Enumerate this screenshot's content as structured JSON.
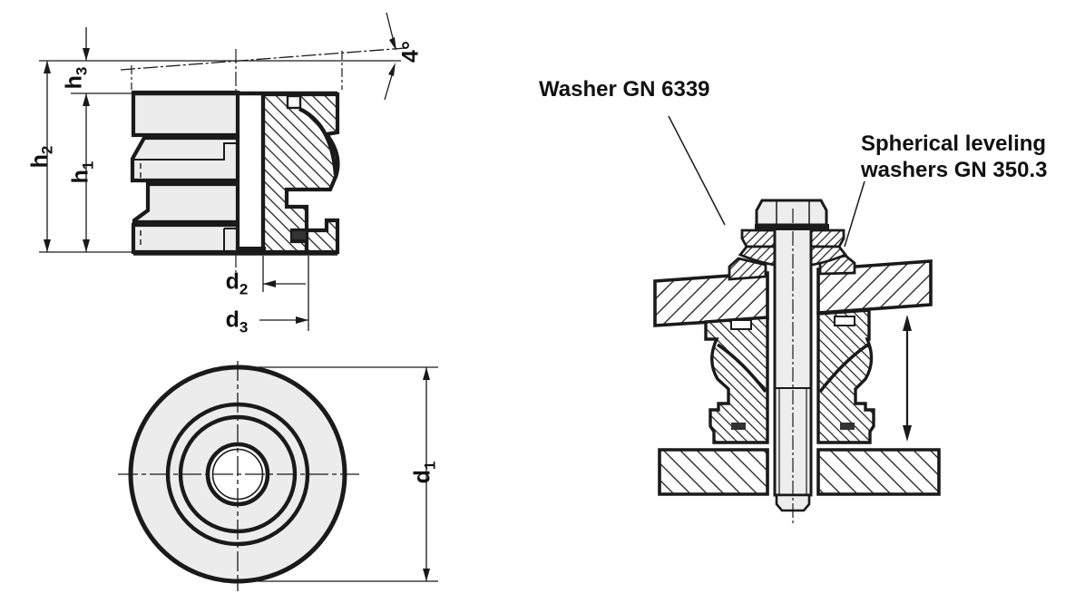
{
  "drawing": {
    "notes": {
      "washer_note": "Washer GN 6339",
      "spherical_note_line1": "Spherical leveling",
      "spherical_note_line2": "washers GN 350.3"
    },
    "dims": {
      "h2": {
        "base": "h",
        "sub": "2"
      },
      "h1": {
        "base": "h",
        "sub": "1"
      },
      "h3": {
        "base": "h",
        "sub": "3"
      },
      "d1": {
        "base": "d",
        "sub": "1"
      },
      "d2": {
        "base": "d",
        "sub": "2"
      },
      "d3": {
        "base": "d",
        "sub": "3"
      },
      "angle": "4°"
    },
    "colors": {
      "line": "#1a1a1a",
      "face_fill": "#ececec",
      "background": "#ffffff",
      "seal": "#333333"
    }
  }
}
